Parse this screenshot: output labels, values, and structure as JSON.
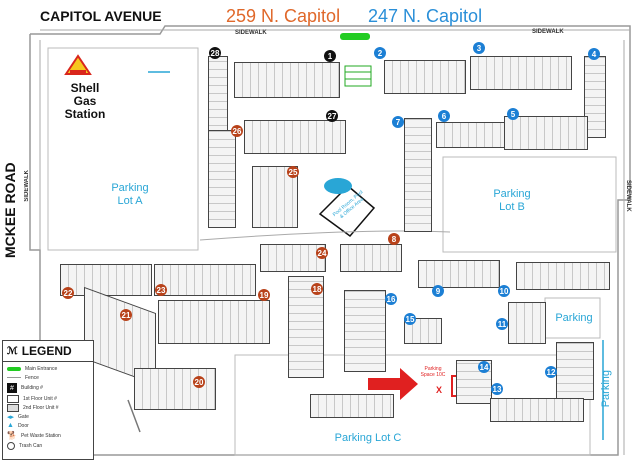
{
  "header": {
    "street": "CAPITOL AVENUE",
    "address_1": "259 N. Capitol",
    "address_2": "247 N. Capitol",
    "address_1_color": "#e0682a",
    "address_2_color": "#2a8fd8"
  },
  "roads": {
    "left": "MCKEE ROAD",
    "sidewalk": "SIDEWALK"
  },
  "shell": {
    "name": "Shell Gas Station",
    "icon": "shell-logo-icon"
  },
  "lots": {
    "a": "Parking Lot A",
    "b": "Parking Lot B",
    "c": "Parking Lot C",
    "parking_1": "Parking",
    "parking_2": "Parking"
  },
  "office": "Pool Room, Pool & Office Area",
  "callout": {
    "text": "Parking Space 10C",
    "marker": "X",
    "color": "#e02020"
  },
  "buildings": [
    {
      "n": "28",
      "style": "black"
    },
    {
      "n": "1",
      "style": "black"
    },
    {
      "n": "2",
      "style": "blue"
    },
    {
      "n": "3",
      "style": "blue"
    },
    {
      "n": "4",
      "style": "blue"
    },
    {
      "n": "27",
      "style": "black"
    },
    {
      "n": "26",
      "style": "red"
    },
    {
      "n": "7",
      "style": "blue"
    },
    {
      "n": "6",
      "style": "blue"
    },
    {
      "n": "5",
      "style": "blue"
    },
    {
      "n": "25",
      "style": "red"
    },
    {
      "n": "8",
      "style": "red"
    },
    {
      "n": "24",
      "style": "red"
    },
    {
      "n": "22",
      "style": "red"
    },
    {
      "n": "23",
      "style": "red"
    },
    {
      "n": "19",
      "style": "red"
    },
    {
      "n": "18",
      "style": "red"
    },
    {
      "n": "9",
      "style": "blue"
    },
    {
      "n": "10",
      "style": "blue"
    },
    {
      "n": "21",
      "style": "red"
    },
    {
      "n": "16",
      "style": "blue"
    },
    {
      "n": "15",
      "style": "blue"
    },
    {
      "n": "11",
      "style": "blue"
    },
    {
      "n": "14",
      "style": "blue"
    },
    {
      "n": "12",
      "style": "blue"
    },
    {
      "n": "20",
      "style": "red"
    },
    {
      "n": "13",
      "style": "blue"
    }
  ],
  "legend": {
    "title": "LEGEND",
    "items": [
      "Main Entrance",
      "Fence",
      "Building #",
      "1st Floor Unit #",
      "2nd Floor Unit #",
      "Gate",
      "Door",
      "Pet Waste Station",
      "Trash Can"
    ]
  },
  "colors": {
    "blue": "#1c7fd4",
    "red": "#b8421a",
    "lot": "#29a6d6",
    "entrance": "#22cc22",
    "fence": "#999999"
  }
}
